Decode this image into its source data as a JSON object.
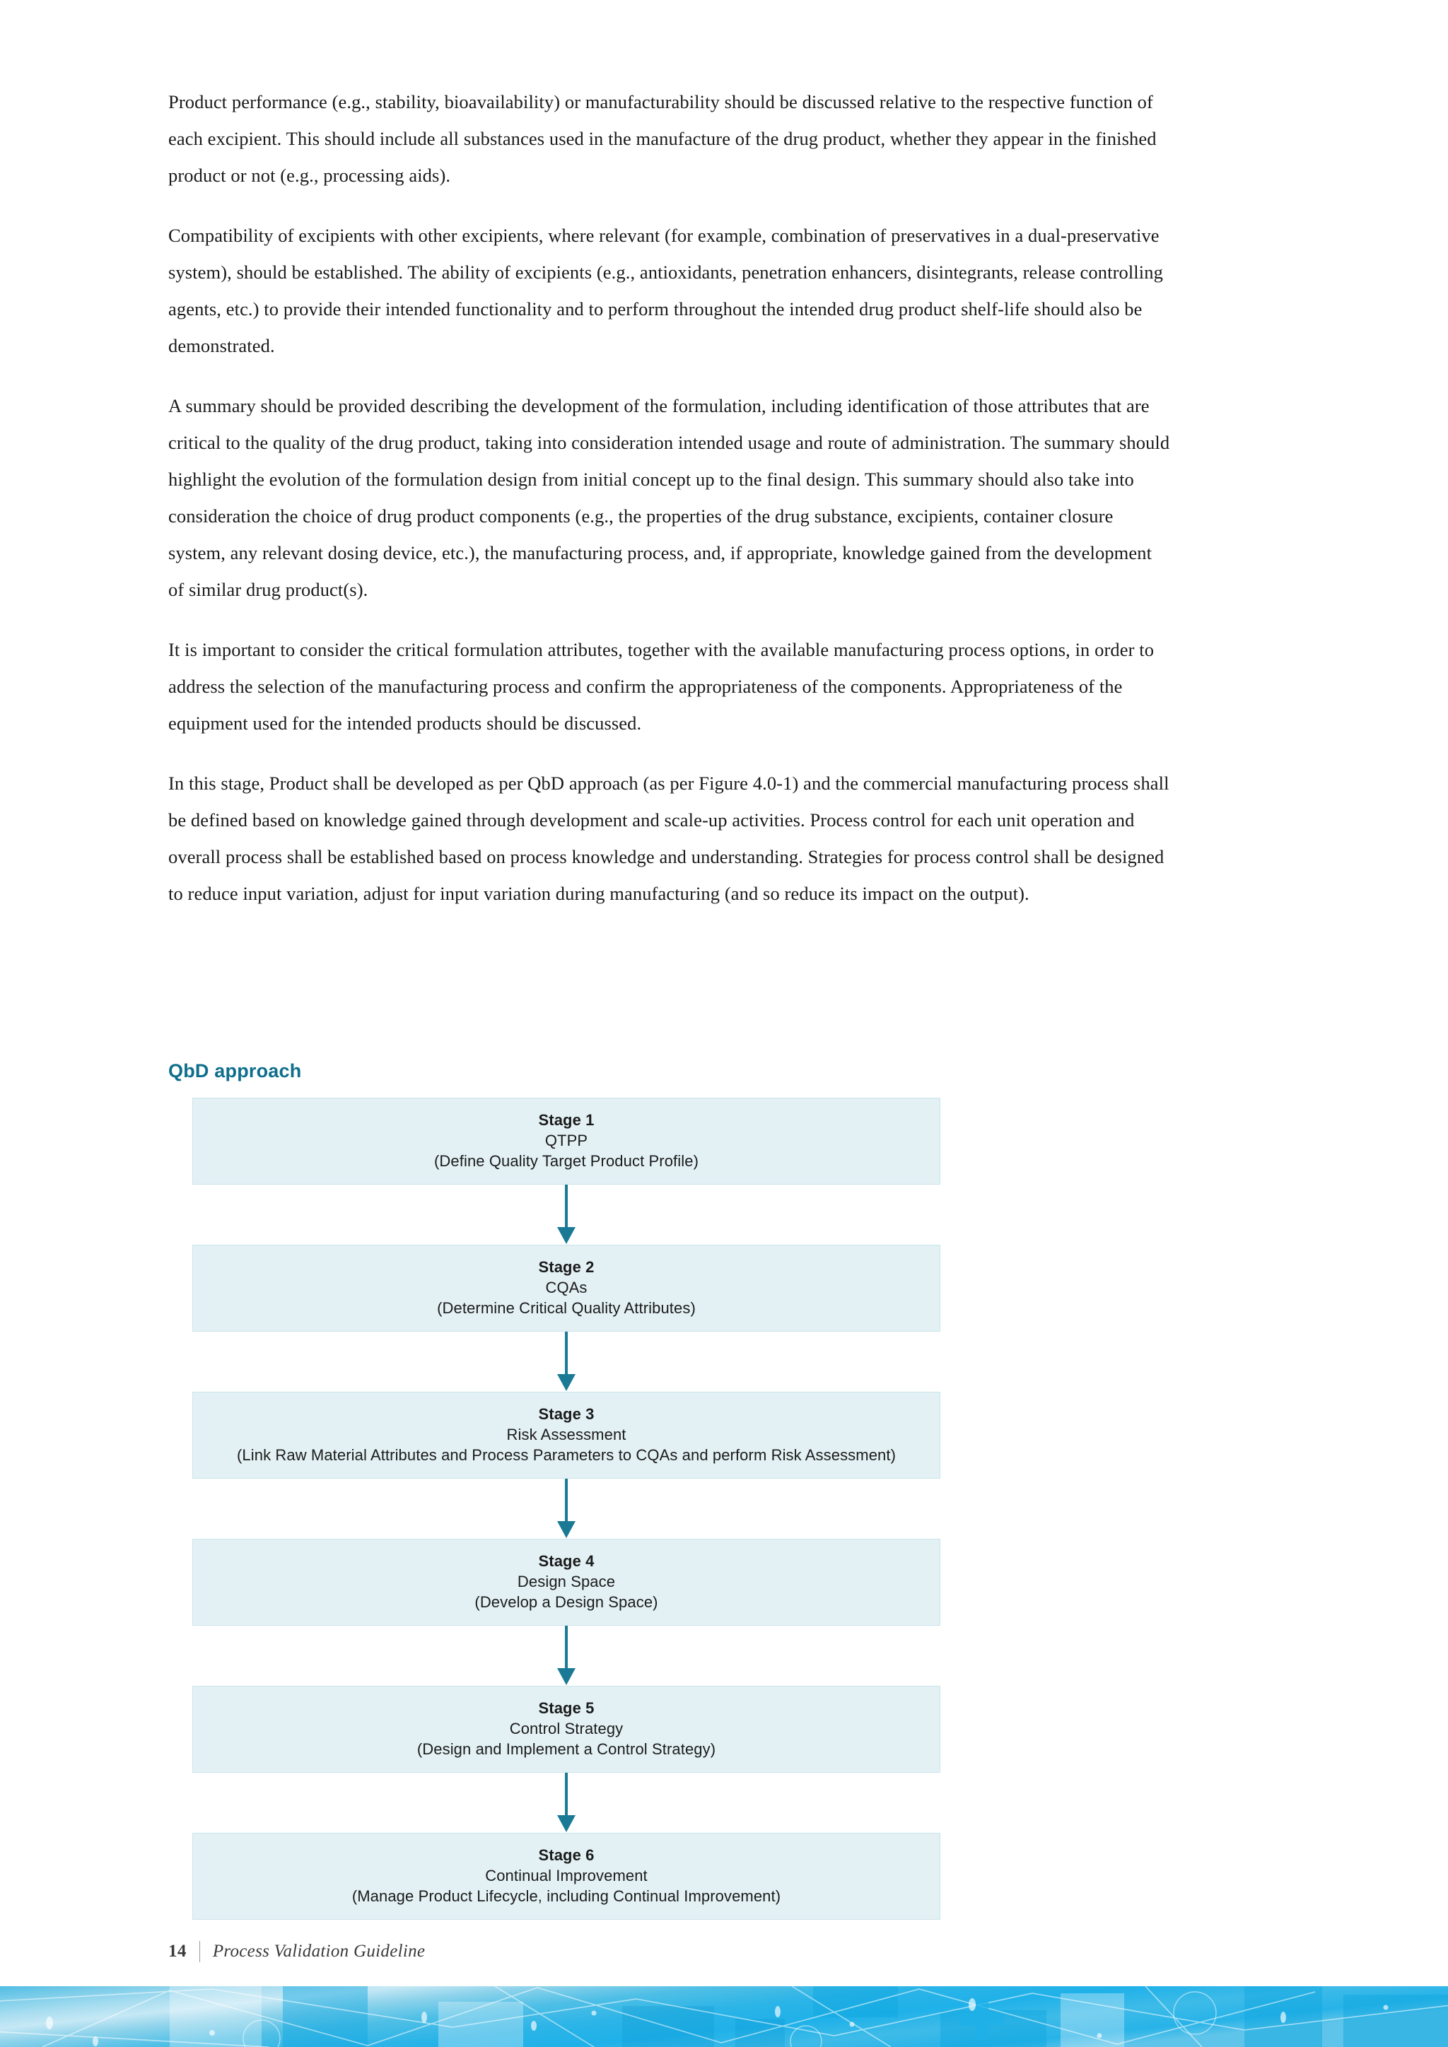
{
  "document": {
    "paragraphs": [
      "Product performance (e.g., stability, bioavailability) or manufacturability should be discussed relative to the respective function of each excipient. This should include all substances used in the manufacture of the drug product, whether they appear in the finished product or not (e.g., processing aids).",
      "Compatibility of excipients with other excipients, where relevant (for example, combination of preservatives in a dual-preservative system), should be established. The ability of excipients (e.g., antioxidants, penetration enhancers, disintegrants, release controlling agents, etc.) to provide their intended functionality and to perform throughout the intended drug product shelf-life should also be demonstrated.",
      "A summary should be provided describing the development of the formulation, including identification of those attributes that are critical to the quality of the drug product, taking into consideration intended usage and route of administration. The summary should highlight the evolution of the formulation design from initial concept up to the final design. This summary should also take into consideration the choice of drug product components (e.g., the properties of the drug substance, excipients, container closure system, any relevant dosing device, etc.), the manufacturing process, and, if appropriate, knowledge gained from the development of similar drug product(s).",
      "It is important to consider the critical formulation attributes, together with the available manufacturing process options, in order to address the selection of the manufacturing process and confirm the appropriateness of the components. Appropriateness of the equipment used for the intended products should be discussed.",
      "In this stage, Product shall be developed as per QbD approach (as per Figure 4.0-1) and the commercial manufacturing process shall be defined based on knowledge gained through development and scale-up activities. Process control for each unit operation and overall process shall be established based on process knowledge and understanding. Strategies for process control shall be designed to reduce input variation, adjust for input variation during manufacturing (and so reduce its impact on the output)."
    ]
  },
  "figure": {
    "heading": "QbD approach",
    "accent_color": "#0e6e8c",
    "box_fill": "#e3f1f5",
    "box_border": "#cbe4ea",
    "arrow_color": "#1a7a96",
    "stages": [
      {
        "title": "Stage 1",
        "subtitle": "QTPP",
        "description": "(Define Quality Target Product Profile)"
      },
      {
        "title": "Stage 2",
        "subtitle": "CQAs",
        "description": "(Determine Critical Quality Attributes)"
      },
      {
        "title": "Stage 3",
        "subtitle": "Risk Assessment",
        "description": "(Link Raw Material Attributes and Process Parameters to CQAs and perform Risk Assessment)"
      },
      {
        "title": "Stage 4",
        "subtitle": "Design Space",
        "description": "(Develop a Design Space)"
      },
      {
        "title": "Stage 5",
        "subtitle": "Control Strategy",
        "description": "(Design and Implement a Control Strategy)"
      },
      {
        "title": "Stage 6",
        "subtitle": "Continual Improvement",
        "description": "(Manage Product Lifecycle, including Continual Improvement)"
      }
    ]
  },
  "footer": {
    "page_number": "14",
    "separator": "|",
    "document_title": "Process Validation Guideline"
  }
}
